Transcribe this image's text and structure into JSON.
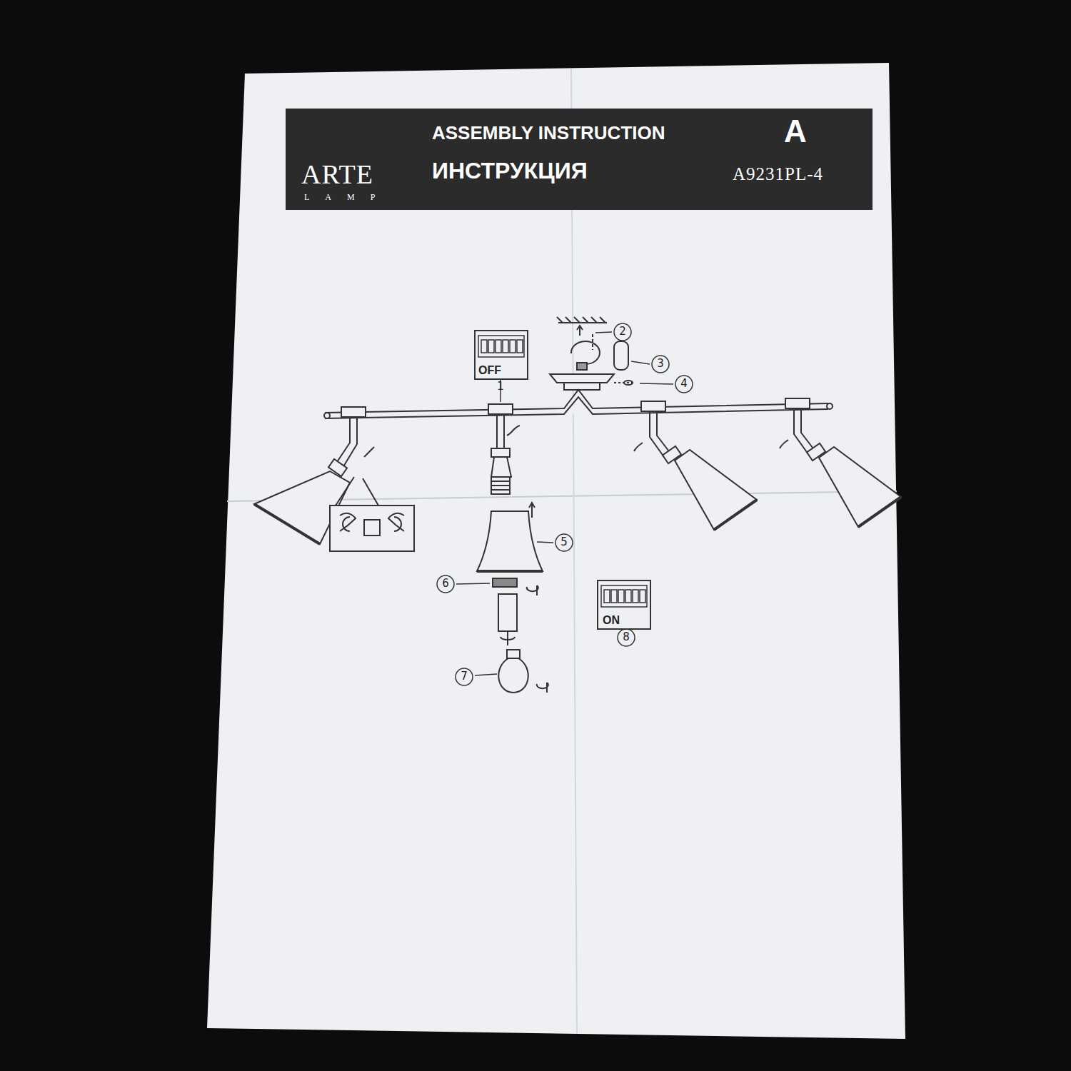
{
  "diagram": {
    "nodes": [
      {
        "text": [
          "ARTE",
          "LAMP",
          "ASSEMBLY INSTRUCTION",
          "ИНСТРУКЦИЯ",
          "A",
          "A9231PL-4"
        ]
      },
      {
        "text": [
          "OFF"
        ]
      },
      {
        "text": [
          "ON"
        ]
      }
    ],
    "labels": [
      "1",
      "2",
      "3",
      "4",
      "5",
      "6",
      "7",
      "8"
    ]
  }
}
